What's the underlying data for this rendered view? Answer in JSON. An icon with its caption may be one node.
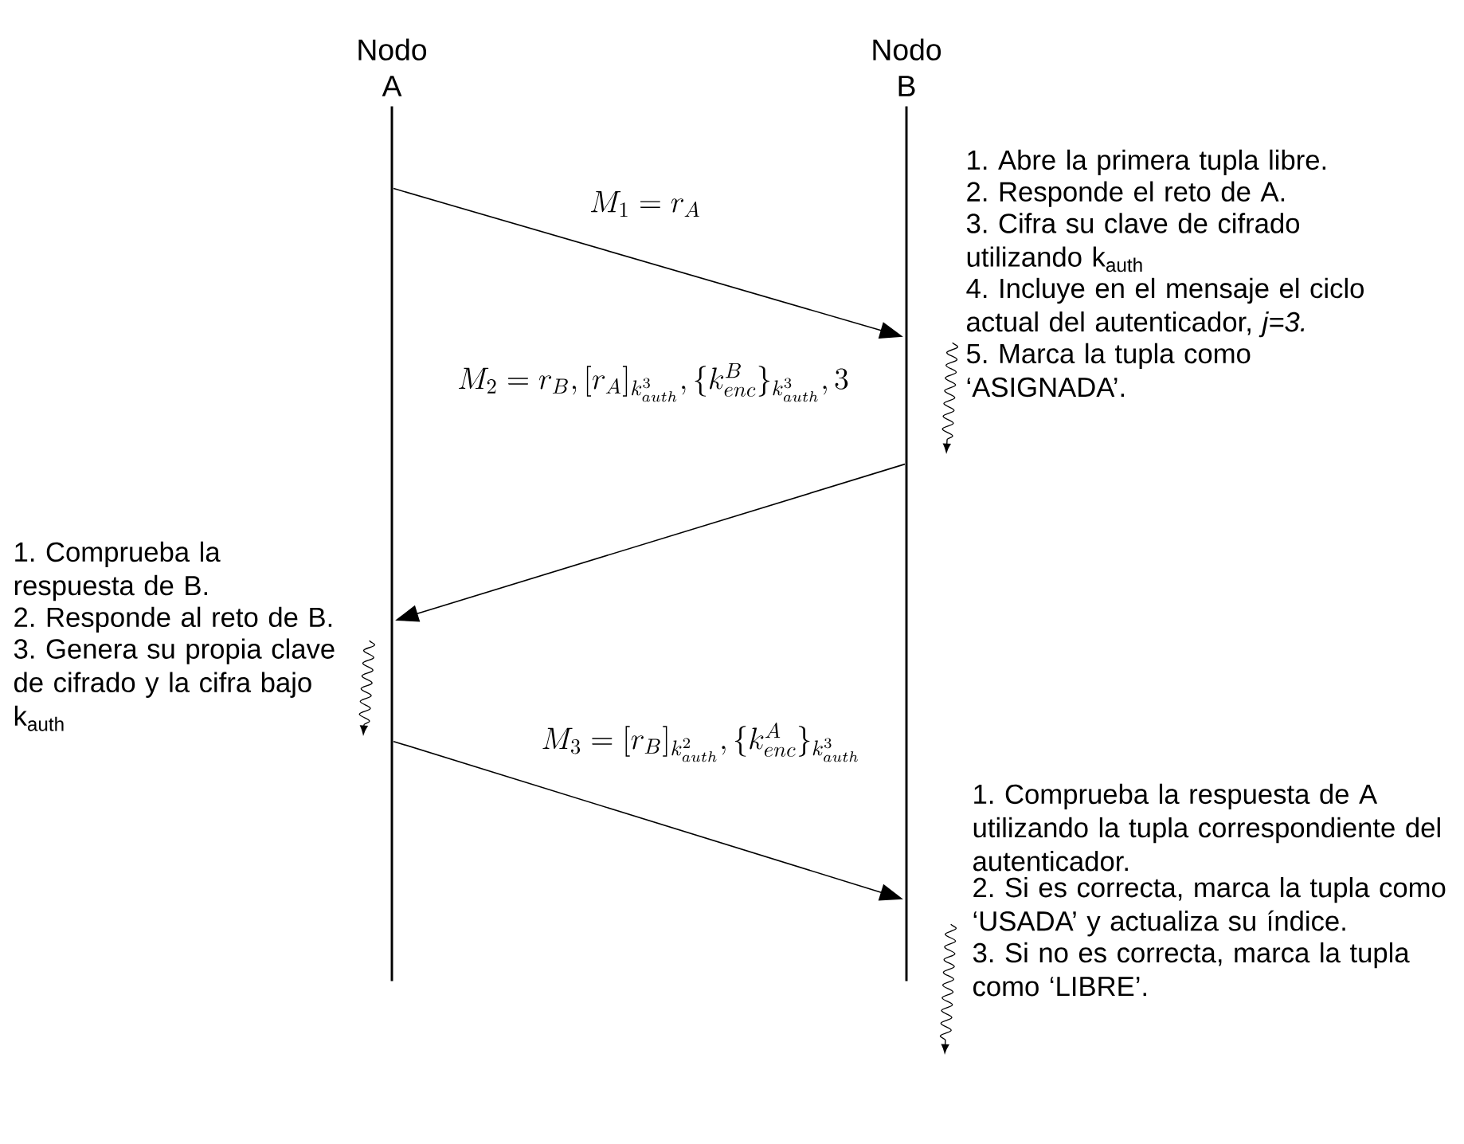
{
  "diagram": {
    "nodes": [
      {
        "text": [
          "Nodo A"
        ]
      },
      {
        "text": [
          "Nodo B"
        ]
      }
    ],
    "edges": [
      {
        "from": 0,
        "to": 1,
        "arrow": "to",
        "label": "M_1 = r_A"
      },
      {
        "from": 1,
        "to": 0,
        "arrow": "to",
        "label": "M_2 = r_B, [r_A]_{k_{auth}^3}, \\{k_{enc}^B\\}_{k_{auth}^3}, 3"
      },
      {
        "from": 0,
        "to": 1,
        "arrow": "to",
        "label": "M_3 = [r_B]_{k_{auth}^2}, \\{k_{enc}^A\\}_{k_{auth}^3}"
      }
    ],
    "labels": [
      "1. Abre la primera tupla libre.",
      "2. Responde el reto de A.",
      "3. Cifra su clave de cifrado utilizando k$_{auth}$",
      "4. Incluye en el mensaje el ciclo actual del autenticador, *j=3.*",
      "5. Marca la tupla como ‘ASIGNADA’.",
      "1. Comprueba la respuesta de B.",
      "2. Responde al reto de B.",
      "3. Genera su propia clave de cifrado y la cifra bajo k$_{auth}$",
      "1. Comprueba la respuesta de A utilizando la tupla correspondiente del autenticador.",
      "2. Si es correcta, marca la tupla como ‘USADA’ y actualiza su índice.",
      "3. Si no es correcta, marca la tupla como ‘LIBRE’."
    ]
  }
}
